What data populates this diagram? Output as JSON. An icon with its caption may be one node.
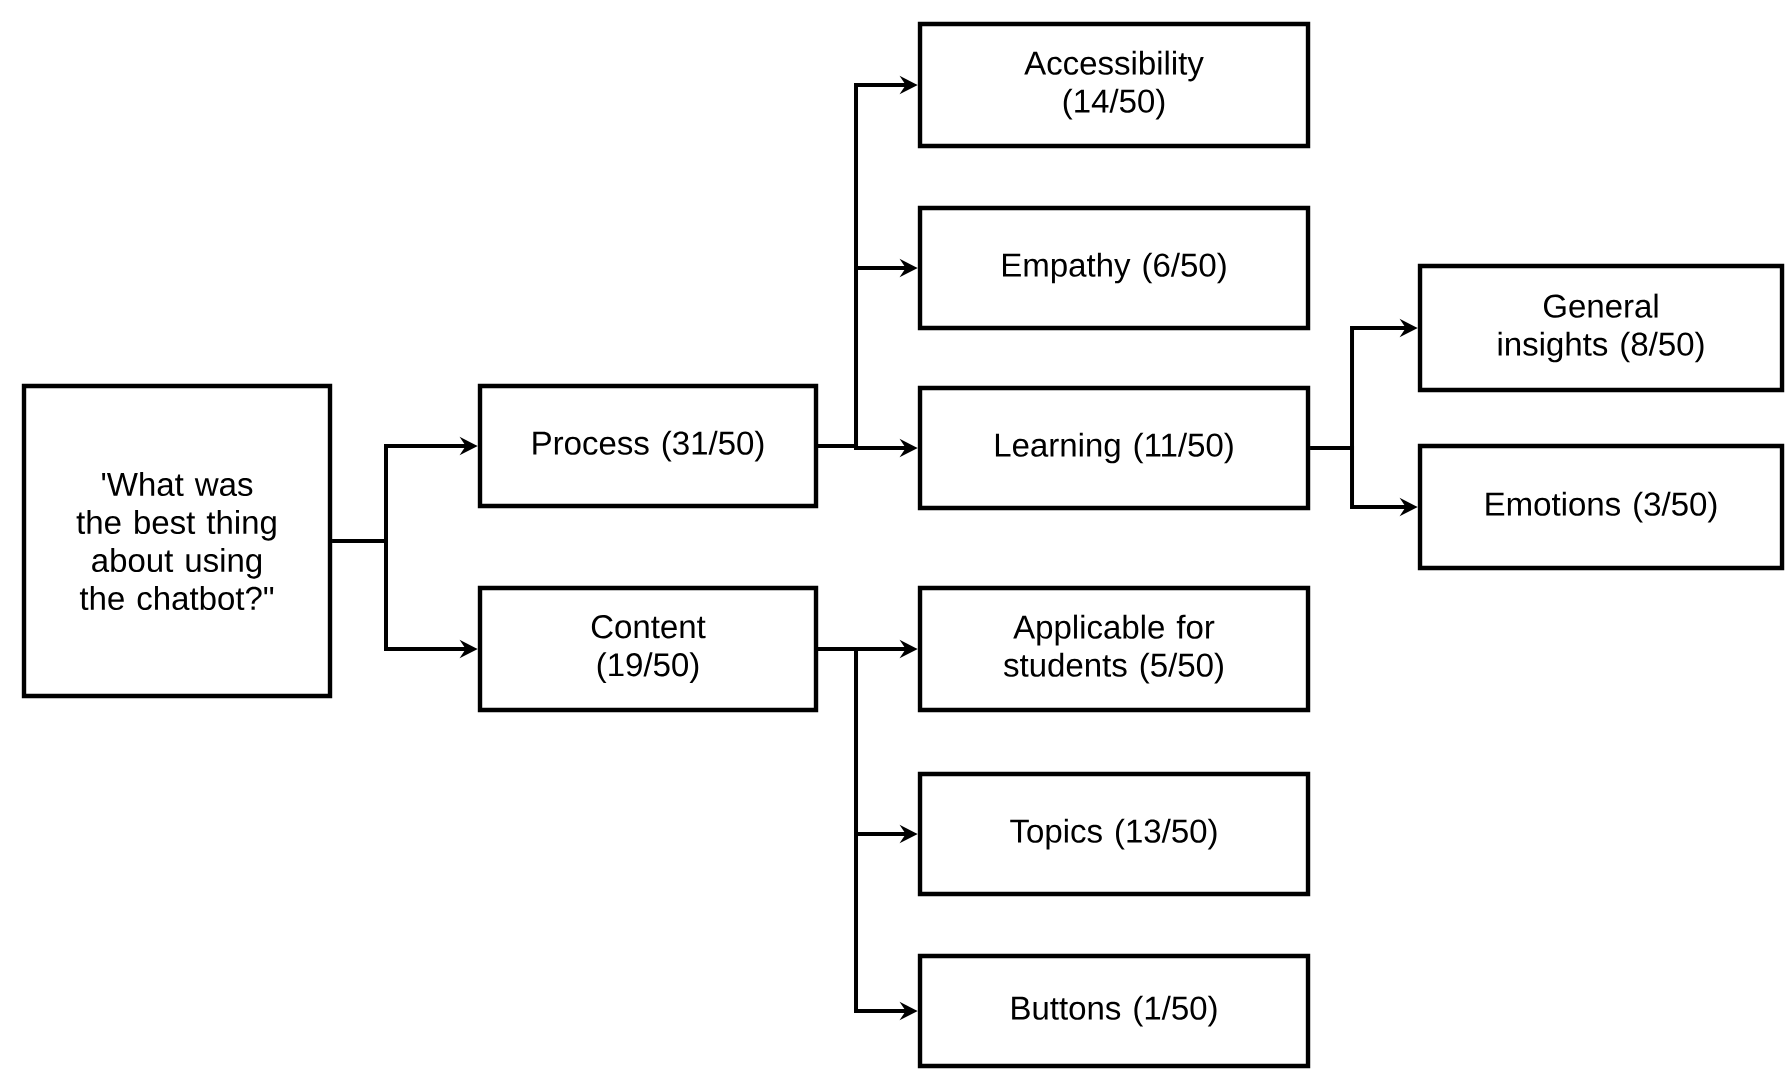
{
  "diagram": {
    "nodes": [
      {
        "text": [
          "'What was the best thing about using the chatbot?\""
        ]
      },
      {
        "text": [
          "Process (31/50)"
        ]
      },
      {
        "text": [
          "Content (19/50)"
        ]
      },
      {
        "text": [
          "Accessibility (14/50)"
        ]
      },
      {
        "text": [
          "Empathy (6/50)"
        ]
      },
      {
        "text": [
          "Learning (11/50)"
        ]
      },
      {
        "text": [
          "Applicable for students (5/50)"
        ]
      },
      {
        "text": [
          "Topics (13/50)"
        ]
      },
      {
        "text": [
          "Buttons (1/50)"
        ]
      },
      {
        "text": [
          "General insights (8/50)"
        ]
      },
      {
        "text": [
          "Emotions (3/50)"
        ]
      }
    ],
    "edges": [
      {
        "from": 0,
        "to": 1,
        "arrow": "to"
      },
      {
        "from": 0,
        "to": 2,
        "arrow": "to"
      },
      {
        "from": 1,
        "to": 3,
        "arrow": "to"
      },
      {
        "from": 1,
        "to": 4,
        "arrow": "to"
      },
      {
        "from": 1,
        "to": 5,
        "arrow": "to"
      },
      {
        "from": 2,
        "to": 6,
        "arrow": "to"
      },
      {
        "from": 2,
        "to": 7,
        "arrow": "to"
      },
      {
        "from": 2,
        "to": 8,
        "arrow": "to"
      },
      {
        "from": 5,
        "to": 9,
        "arrow": "to"
      },
      {
        "from": 5,
        "to": 10,
        "arrow": "to"
      }
    ]
  }
}
